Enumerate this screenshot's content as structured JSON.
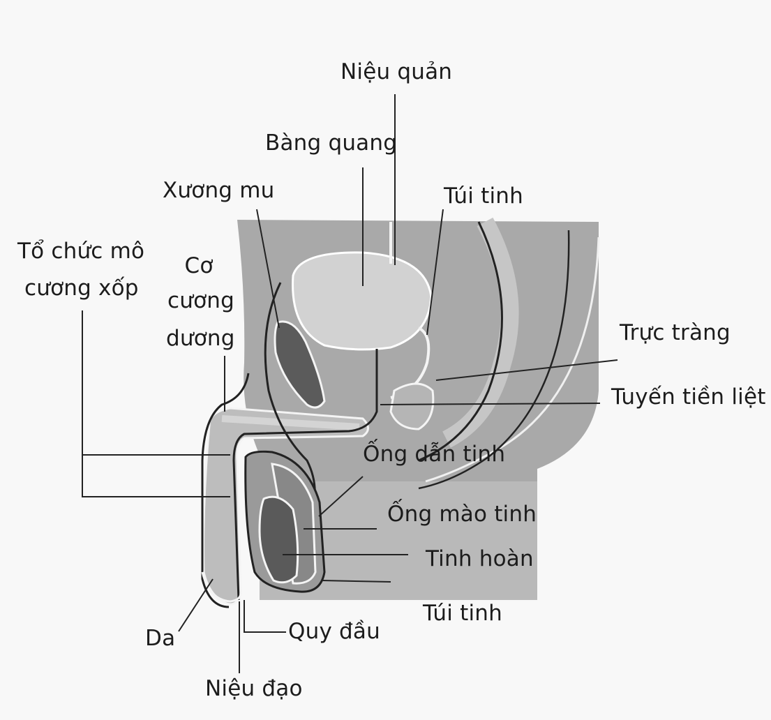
{
  "title": "",
  "colors": {
    "background": "#f8f8f8",
    "pelvis_gray": "#a9a9a9",
    "bladder": "#d2d2d2",
    "bone": "#5b5b5b",
    "testis": "#5a5a5a",
    "outline_dark": "#222222",
    "outline_light": "#ffffff"
  },
  "labels": {
    "nieu_quan": "Niệu quản",
    "bang_quang": "Bàng quang",
    "xuong_mu": "Xương mu",
    "tui_tinh_top": "Túi tinh",
    "to_chuc_line1": "Tổ chức mô",
    "to_chuc_line2": "cương xốp",
    "co_line1": "Cơ",
    "co_line2": "cương",
    "co_line3": "dương",
    "truc_trang": "Trực tràng",
    "tuyen_tien_liet": "Tuyến tiền liệt",
    "ong_dan_tinh": "Ống dẫn tinh",
    "ong_mao_tinh": "Ống mào tinh",
    "tinh_hoan": "Tinh hoàn",
    "tui_tinh_bottom": "Túi tinh",
    "da": "Da",
    "quy_dau": "Quy đầu",
    "nieu_dao": "Niệu đạo"
  }
}
